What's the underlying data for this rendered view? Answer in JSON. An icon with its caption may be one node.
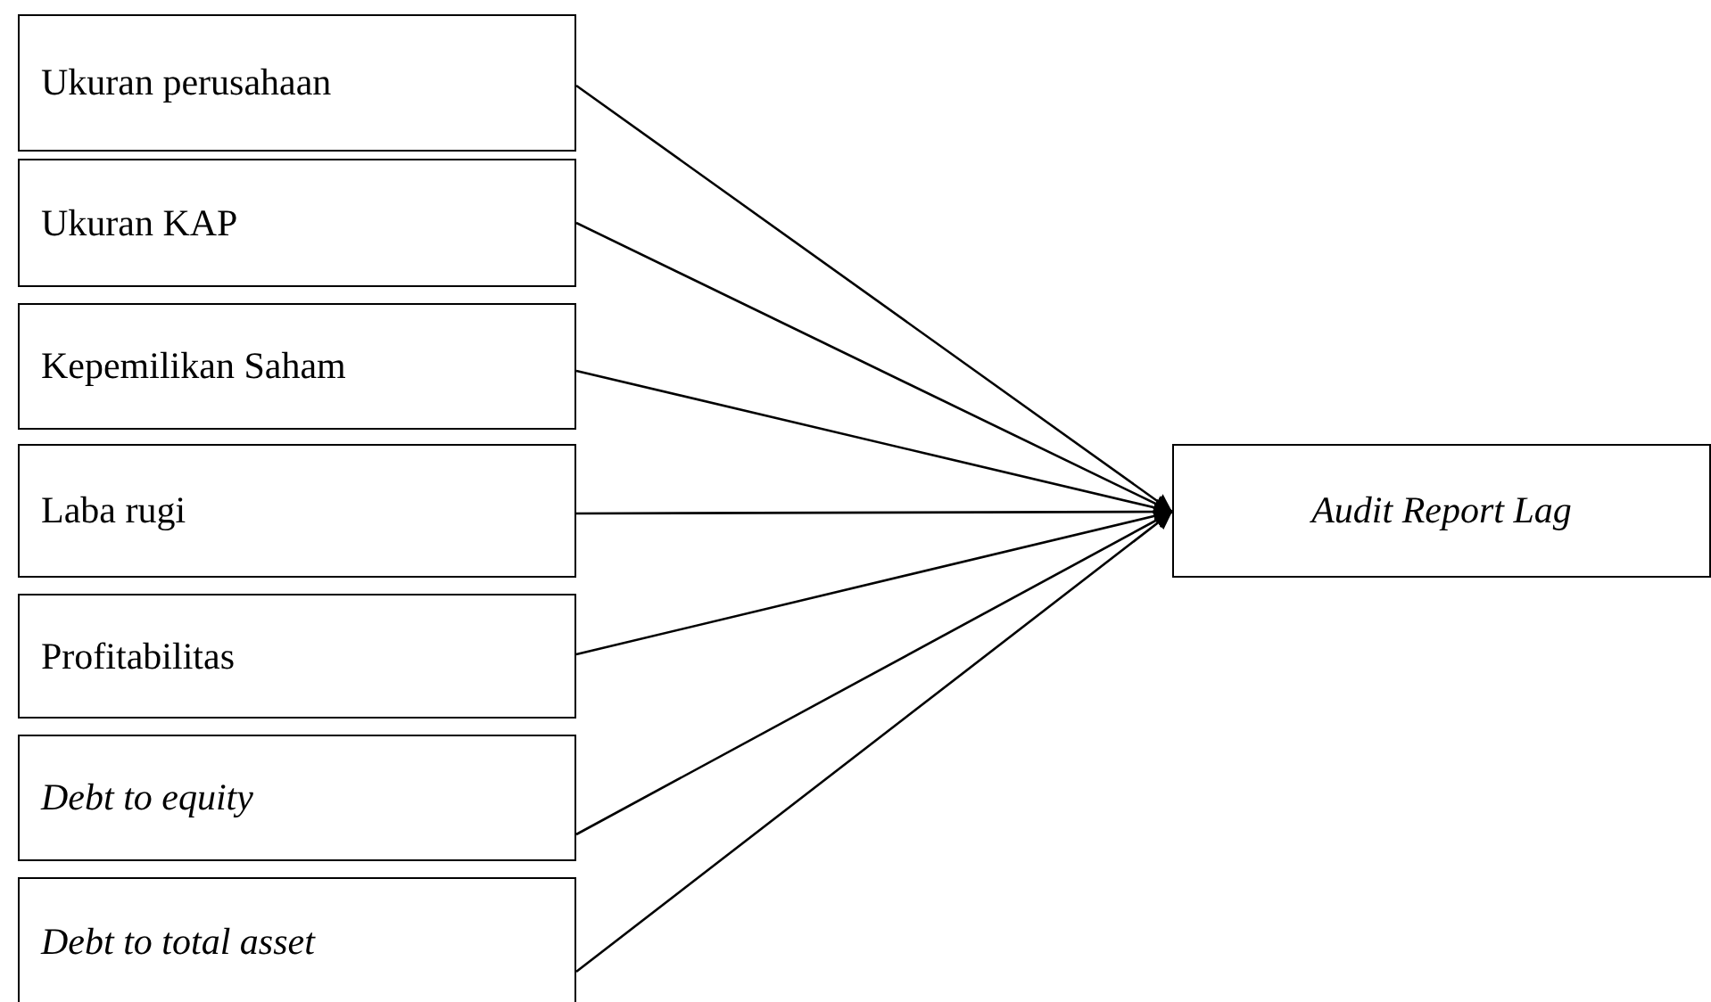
{
  "diagram": {
    "nodes": [
      {
        "text": [
          "Ukuran perusahaan"
        ]
      },
      {
        "text": [
          "Ukuran KAP"
        ]
      },
      {
        "text": [
          "Kepemilikan Saham"
        ]
      },
      {
        "text": [
          "Laba rugi"
        ]
      },
      {
        "text": [
          "Profitabilitas"
        ]
      },
      {
        "text": [
          "Debt to equity"
        ]
      },
      {
        "text": [
          "Debt to total asset"
        ]
      },
      {
        "text": [
          "Audit Report Lag"
        ]
      }
    ],
    "edges": [
      {
        "from": 0,
        "to": 7,
        "arrow": "to"
      },
      {
        "from": 1,
        "to": 7,
        "arrow": "to"
      },
      {
        "from": 2,
        "to": 7,
        "arrow": "to"
      },
      {
        "from": 3,
        "to": 7,
        "arrow": "to"
      },
      {
        "from": 4,
        "to": 7,
        "arrow": "to"
      },
      {
        "from": 5,
        "to": 7,
        "arrow": "to"
      },
      {
        "from": 6,
        "to": 7,
        "arrow": "to"
      }
    ]
  }
}
